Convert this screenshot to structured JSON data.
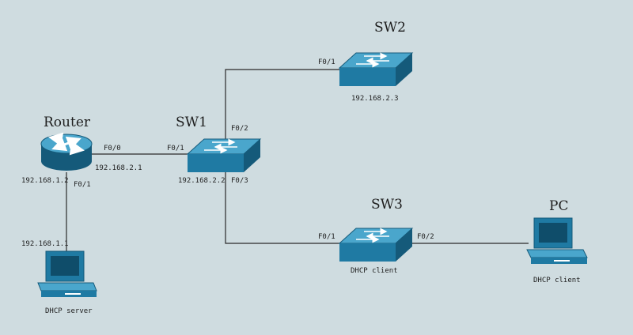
{
  "devices": {
    "router": {
      "name": "Router",
      "ip_lan": "192.168.1.2",
      "ip_wan": "192.168.2.1",
      "port_wan": "F0/0",
      "port_lan": "F0/1"
    },
    "sw1": {
      "name": "SW1",
      "ip": "192.168.2.2",
      "port_router": "F0/1",
      "port_sw2": "F0/2",
      "port_sw3": "F0/3"
    },
    "sw2": {
      "name": "SW2",
      "ip": "192.168.2.3",
      "port_sw1": "F0/1"
    },
    "sw3": {
      "name": "SW3",
      "caption": "DHCP client",
      "port_sw1": "F0/1",
      "port_pc": "F0/2"
    },
    "pc": {
      "name": "PC",
      "caption": "DHCP client"
    },
    "server": {
      "ip": "192.168.1.1",
      "caption": "DHCP server"
    }
  },
  "colors": {
    "background": "#cfdce0",
    "device_face": "#1f7aa3",
    "device_top": "#4aa6cc",
    "device_side": "#155a7a",
    "link": "#2a2a2a"
  },
  "icons": {
    "router": "router-icon",
    "switch": "switch-icon",
    "computer": "computer-icon"
  }
}
